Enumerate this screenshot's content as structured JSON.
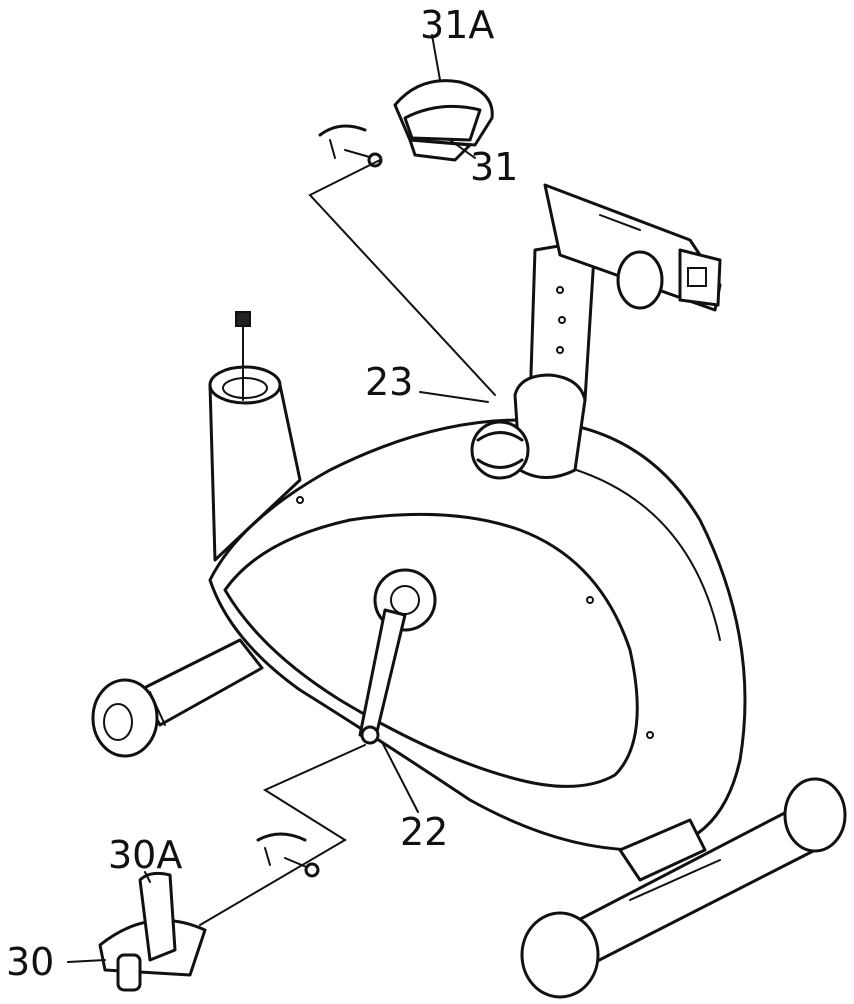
{
  "labels": {
    "l31A": "31A",
    "l31": "31",
    "l23": "23",
    "l22": "22",
    "l30A": "30A",
    "l30": "30"
  },
  "colors": {
    "ink": "#111111",
    "background": "#ffffff"
  }
}
